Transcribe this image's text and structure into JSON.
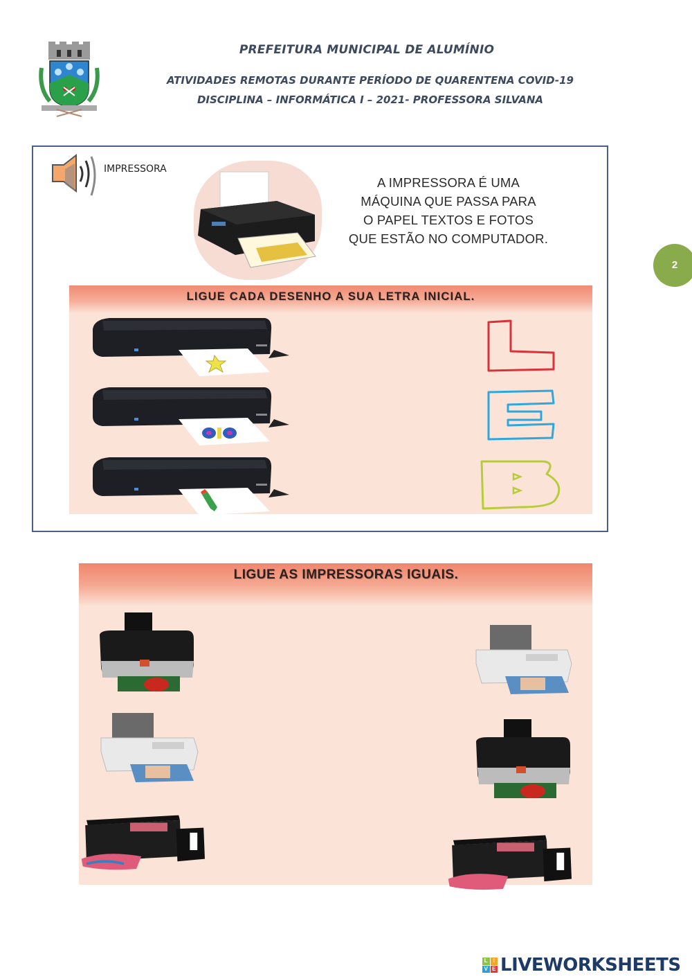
{
  "header": {
    "title": "PREFEITURA MUNICIPAL DE ALUMÍNIO",
    "subtitle1": "ATIVIDADES REMOTAS DURANTE PERÍODO DE QUARENTENA COVID-19",
    "subtitle2": "DISCIPLINA – INFORMÁTICA I – 2021- PROFESSORA SILVANA",
    "crest_icon": "municipal-coat-of-arms"
  },
  "page_badge": {
    "number": "2",
    "color": "#8aab4c"
  },
  "section1": {
    "audio": {
      "icon": "speaker-icon",
      "label": "IMPRESSORA"
    },
    "description_lines": [
      "A IMPRESSORA É UMA",
      "MÁQUINA QUE PASSA PARA",
      "O PAPEL TEXTOS E FOTOS",
      "QUE ESTÃO NO COMPUTADOR."
    ],
    "exercise_title": "LIGUE CADA DESENHO A SUA LETRA INICIAL.",
    "printers": [
      {
        "drawing": "star"
      },
      {
        "drawing": "butterfly"
      },
      {
        "drawing": "pencil"
      }
    ],
    "letters": [
      {
        "char": "L",
        "color": "#d8323a"
      },
      {
        "char": "E",
        "color": "#2ea7dc"
      },
      {
        "char": "B",
        "color": "#b7cc3a"
      }
    ]
  },
  "section2": {
    "exercise_title": "LIGUE AS IMPRESSORAS IGUAIS.",
    "left_column": [
      "black-photo-printer",
      "white-photo-printer",
      "black-inktank-printer"
    ],
    "right_column": [
      "white-photo-printer",
      "black-photo-printer",
      "black-inktank-printer"
    ]
  },
  "footer": {
    "brand": "LIVEWORKSHEETS",
    "logo_letters": [
      "L",
      "I",
      "V",
      "E"
    ]
  }
}
